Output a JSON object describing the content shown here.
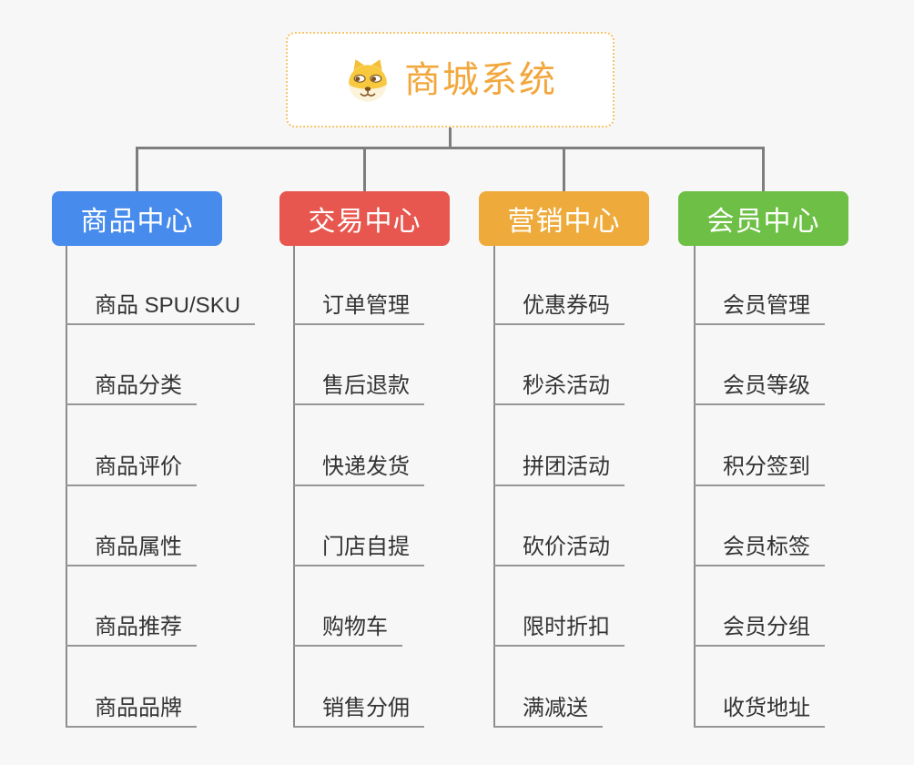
{
  "canvas": {
    "background": "#F7F7F7"
  },
  "root": {
    "title": "商城系统",
    "title_color": "#F2A73D",
    "border_color": "#F6C36B",
    "background": "#FFFFFF",
    "icon": "shiba-dog-icon"
  },
  "connector_color": "#7E7E7E",
  "leaf_underline_color": "#969696",
  "leaf_text_color": "#333333",
  "branches": [
    {
      "label": "商品中心",
      "color": "#478BEC",
      "items": [
        "商品 SPU/SKU",
        "商品分类",
        "商品评价",
        "商品属性",
        "商品推荐",
        "商品品牌"
      ]
    },
    {
      "label": "交易中心",
      "color": "#E7574F",
      "items": [
        "订单管理",
        "售后退款",
        "快递发货",
        "门店自提",
        "购物车",
        "销售分佣"
      ]
    },
    {
      "label": "营销中心",
      "color": "#EEAB3C",
      "items": [
        "优惠券码",
        "秒杀活动",
        "拼团活动",
        "砍价活动",
        "限时折扣",
        "满减送"
      ]
    },
    {
      "label": "会员中心",
      "color": "#6DC045",
      "items": [
        "会员管理",
        "会员等级",
        "积分签到",
        "会员标签",
        "会员分组",
        "收货地址"
      ]
    }
  ]
}
